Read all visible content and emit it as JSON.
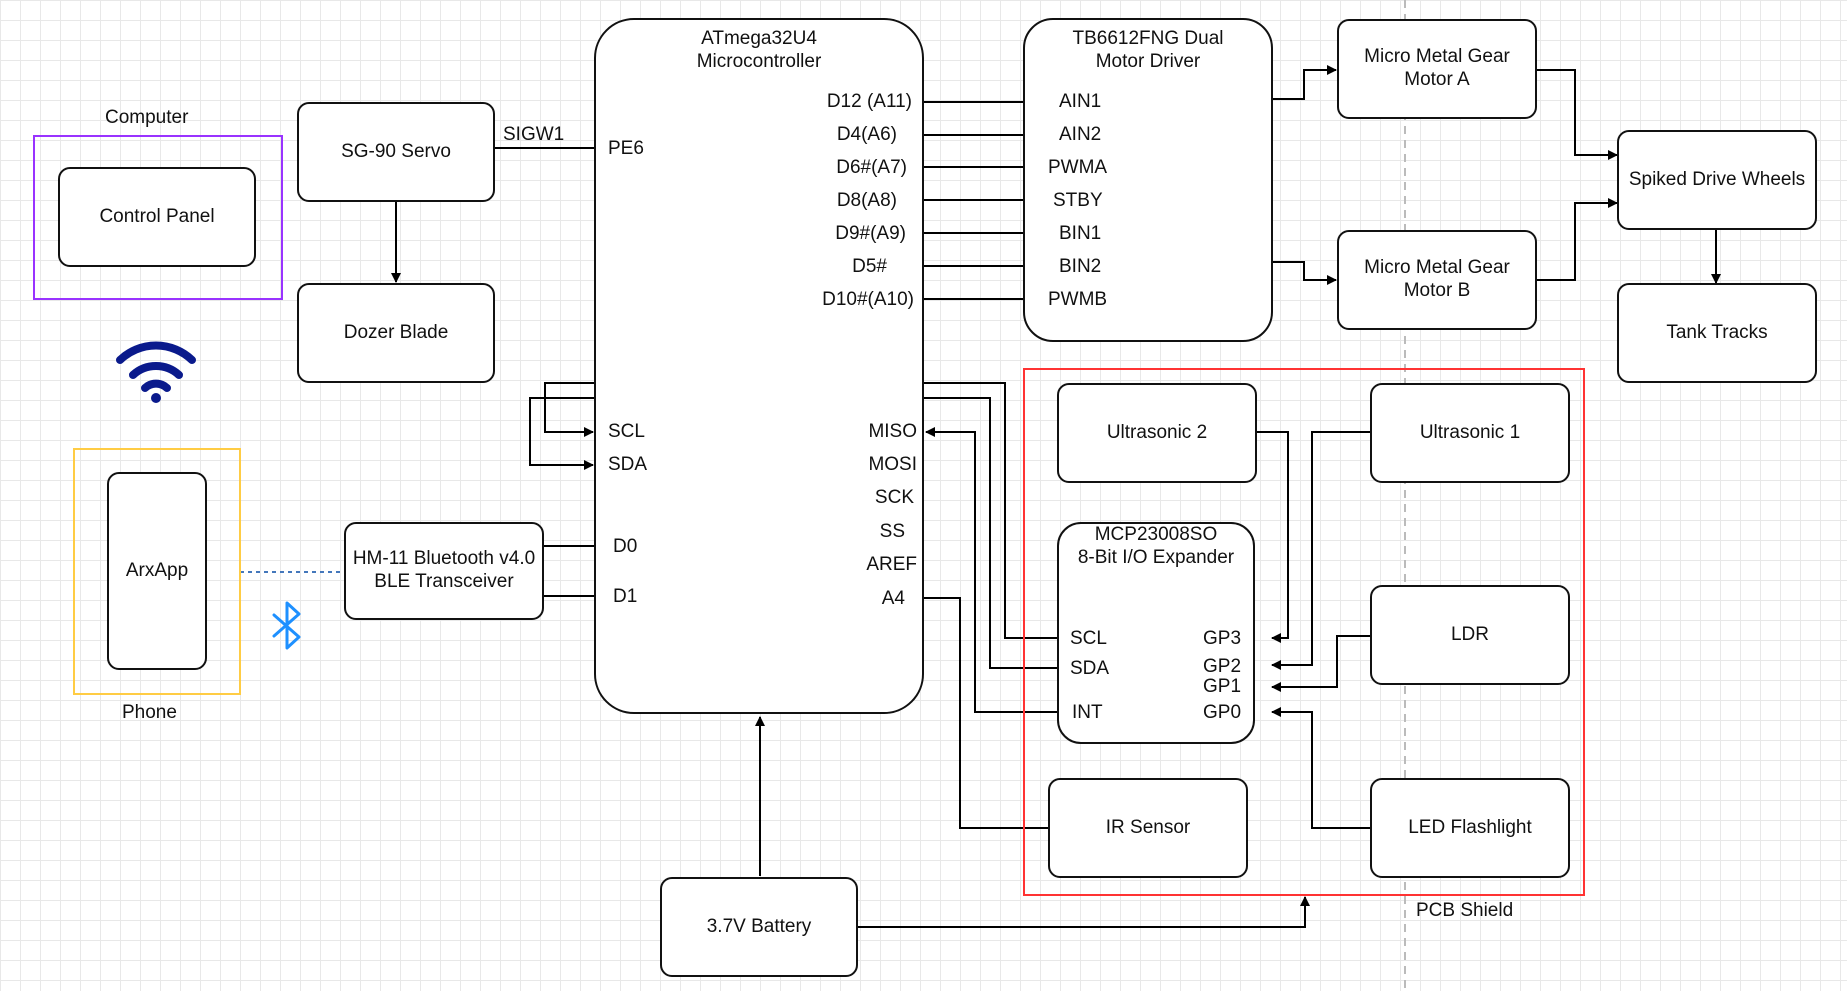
{
  "groups": {
    "computer": {
      "label": "Computer",
      "color": "#9933ff"
    },
    "phone": {
      "label": "Phone",
      "color": "#ffcc44"
    },
    "pcb_shield": {
      "label": "PCB Shield",
      "color": "#ff3333"
    }
  },
  "nodes": {
    "control_panel": "Control Panel",
    "arxapp": "ArxApp",
    "servo": "SG-90 Servo",
    "dozer_blade": "Dozer Blade",
    "hm11": {
      "line1": "HM-11 Bluetooth v4.0",
      "line2": "BLE Transceiver"
    },
    "mcu": {
      "line1": "ATmega32U4",
      "line2": "Microcontroller"
    },
    "motor_driver": {
      "line1": "TB6612FNG Dual",
      "line2": "Motor Driver"
    },
    "motor_a": {
      "line1": "Micro Metal Gear",
      "line2": "Motor A"
    },
    "motor_b": {
      "line1": "Micro Metal Gear",
      "line2": "Motor B"
    },
    "drive_wheels": "Spiked Drive Wheels",
    "tank_tracks": "Tank Tracks",
    "ultrasonic2": "Ultrasonic 2",
    "ultrasonic1": "Ultrasonic 1",
    "expander": {
      "line1": "MCP23008SO",
      "line2": "8-Bit I/O Expander"
    },
    "ldr": "LDR",
    "ir_sensor": "IR Sensor",
    "led_flashlight": "LED Flashlight",
    "battery": "3.7V Battery"
  },
  "pins": {
    "servo_signal": "SIGW1",
    "mcu_left": [
      "PE6",
      "SCL",
      "SDA",
      "D0",
      "D1"
    ],
    "mcu_right": [
      "D12 (A11)",
      "D4(A6)",
      "D6#(A7)",
      "D8(A8)",
      "D9#(A9)",
      "D5#",
      "D10#(A10)",
      "MISO",
      "MOSI",
      "SCK",
      "SS",
      "AREF",
      "A4"
    ],
    "driver": [
      "AIN1",
      "AIN2",
      "PWMA",
      "STBY",
      "BIN1",
      "BIN2",
      "PWMB"
    ],
    "expander_left": [
      "SCL",
      "SDA",
      "INT"
    ],
    "expander_right": [
      "GP3",
      "GP2",
      "GP1",
      "GP0"
    ]
  },
  "icons": {
    "wifi": "wifi-icon",
    "bluetooth": "bluetooth-icon"
  },
  "colors": {
    "link_dashed": "#4477bb",
    "wifi": "#0a1a8c",
    "bluetooth": "#1e90ff"
  }
}
